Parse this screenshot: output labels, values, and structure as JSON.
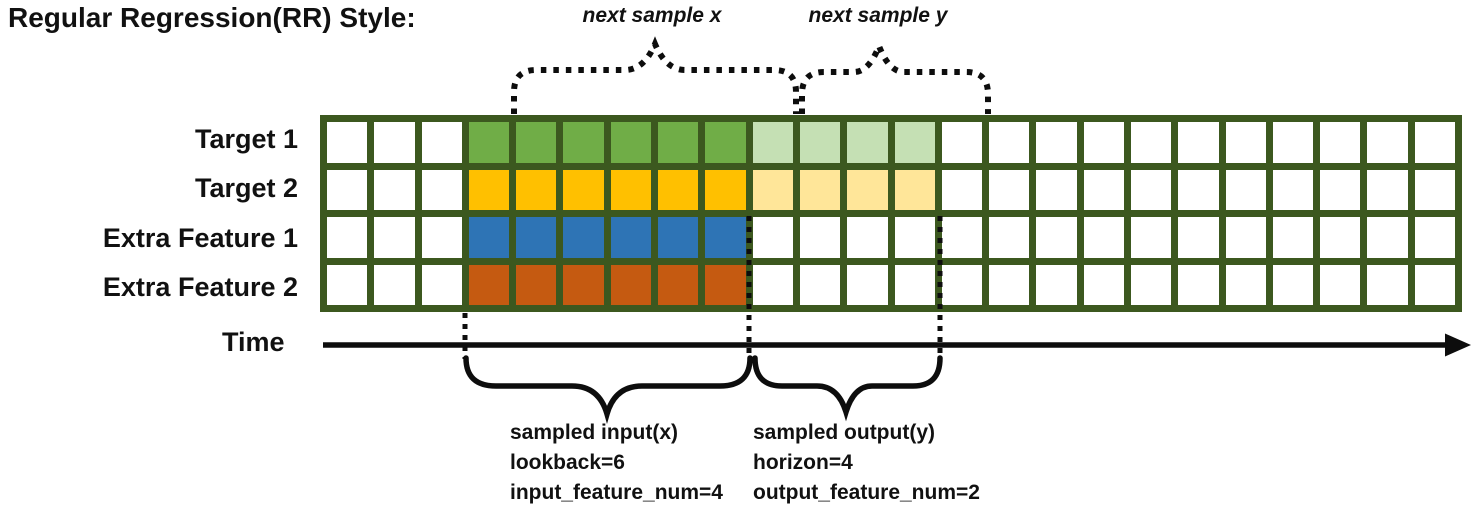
{
  "title": "Regular Regression(RR) Style:",
  "colors": {
    "grid_line": "#3c581f",
    "cell_empty": "#ffffff",
    "target1_input": "#70ad47",
    "target1_output": "#c5e0b4",
    "target2_input": "#ffc000",
    "target2_output": "#ffe699",
    "extra1_input": "#2e74b5",
    "extra2_input": "#c55a11",
    "ink": "#0d0d0d"
  },
  "grid": {
    "columns": 24,
    "input_col_start": 3,
    "input_col_end": 8,
    "output_col_start": 9,
    "output_col_end": 12,
    "rows": [
      {
        "label": "Target 1",
        "input_color_key": "target1_input",
        "output_color_key": "target1_output"
      },
      {
        "label": "Target 2",
        "input_color_key": "target2_input",
        "output_color_key": "target2_output"
      },
      {
        "label": "Extra Feature 1",
        "input_color_key": "extra1_input",
        "output_color_key": null
      },
      {
        "label": "Extra Feature 2",
        "input_color_key": "extra2_input",
        "output_color_key": null
      }
    ]
  },
  "annotations": {
    "next_sample_x": "next sample x",
    "next_sample_y": "next sample y",
    "time_label": "Time",
    "sampled_input": {
      "lines": [
        "sampled input(x)",
        "lookback=6",
        "input_feature_num=4"
      ]
    },
    "sampled_output": {
      "lines": [
        "sampled output(y)",
        "horizon=4",
        "output_feature_num=2"
      ]
    }
  }
}
